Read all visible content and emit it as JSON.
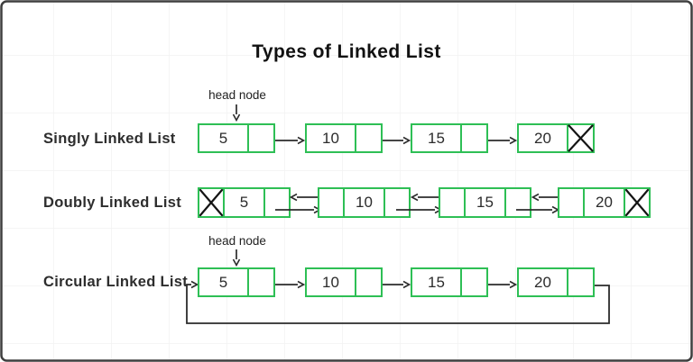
{
  "title": "Types of Linked List",
  "colors": {
    "node_border": "#2ebf55",
    "arrow_line": "#2b2b2b",
    "null_x": "#141414",
    "label_text": "#2d2d2d",
    "title_text": "#111111",
    "grid_line": "#f2f2f2",
    "frame_border": "#3f3f3f",
    "background": "#ffffff"
  },
  "rows": [
    {
      "label": "Singly Linked List",
      "head_label": "head node",
      "values": [
        "5",
        "10",
        "15",
        "20"
      ]
    },
    {
      "label": "Doubly Linked List",
      "values": [
        "5",
        "10",
        "15",
        "20"
      ]
    },
    {
      "label": "Circular Linked List",
      "head_label": "head node",
      "values": [
        "5",
        "10",
        "15",
        "20"
      ]
    }
  ]
}
